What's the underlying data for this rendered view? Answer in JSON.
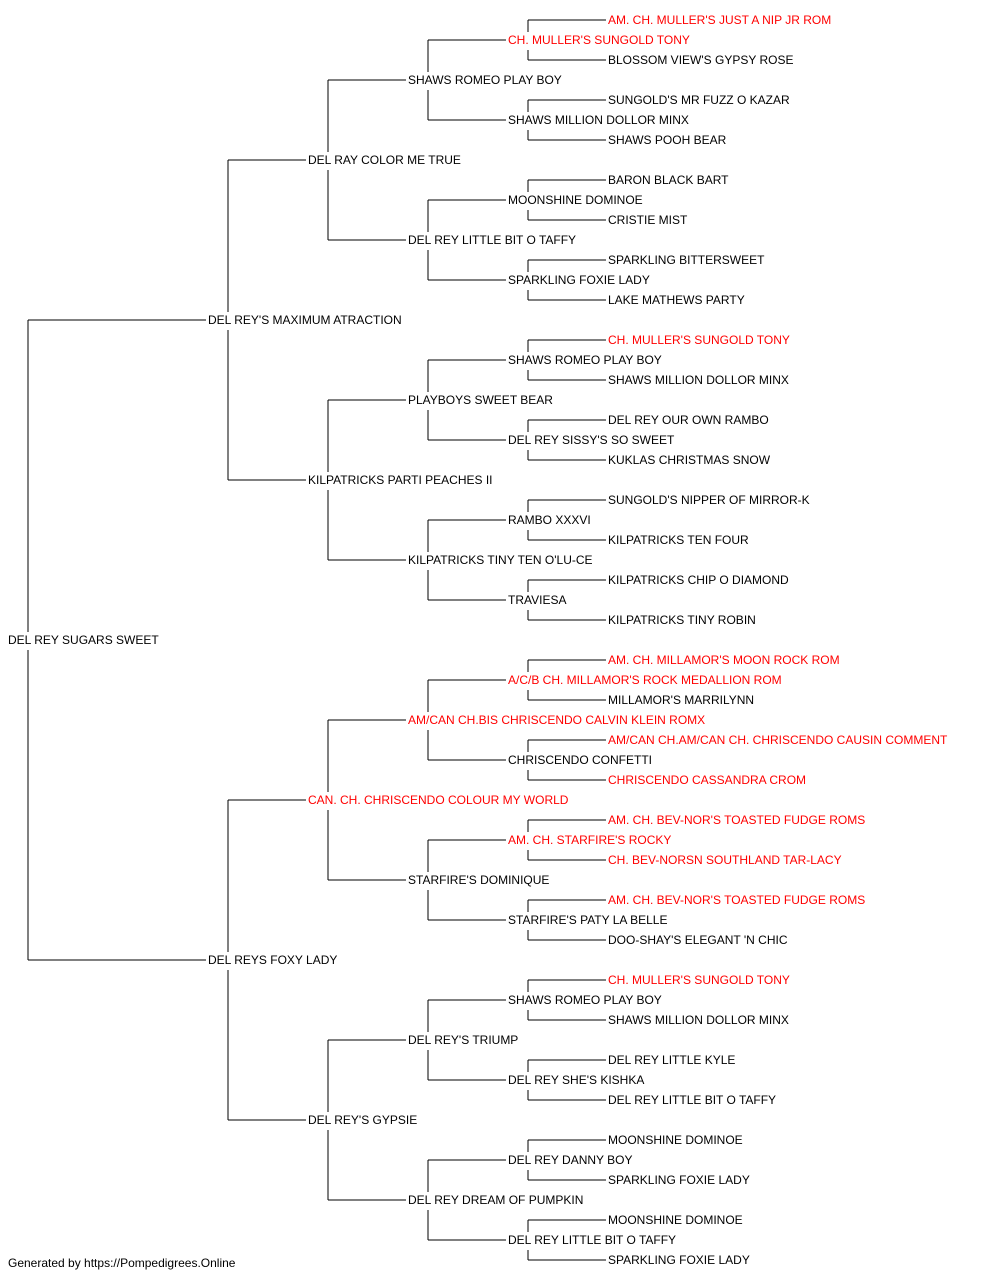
{
  "colors": {
    "titled": "#ff0000",
    "normal": "#000000",
    "lines": "#000000"
  },
  "pedigree": {
    "subject": {
      "name": "DEL REY SUGARS SWEET",
      "titled": false
    },
    "generations": [
      [
        {
          "name": "DEL REY'S MAXIMUM ATRACTION",
          "titled": false
        },
        {
          "name": "DEL REYS FOXY LADY",
          "titled": false
        }
      ],
      [
        {
          "name": "DEL RAY COLOR ME TRUE",
          "titled": false
        },
        {
          "name": "KILPATRICKS PARTI PEACHES II",
          "titled": false
        },
        {
          "name": "CAN. CH. CHRISCENDO COLOUR MY WORLD",
          "titled": true
        },
        {
          "name": "DEL REY'S GYPSIE",
          "titled": false
        }
      ],
      [
        {
          "name": "SHAWS ROMEO PLAY BOY",
          "titled": false
        },
        {
          "name": "DEL REY LITTLE BIT O TAFFY",
          "titled": false
        },
        {
          "name": "PLAYBOYS SWEET BEAR",
          "titled": false
        },
        {
          "name": "KILPATRICKS TINY TEN O'LU-CE",
          "titled": false
        },
        {
          "name": "AM/CAN CH.BIS CHRISCENDO CALVIN KLEIN ROMX",
          "titled": true
        },
        {
          "name": "STARFIRE'S DOMINIQUE",
          "titled": false
        },
        {
          "name": "DEL REY'S TRIUMP",
          "titled": false
        },
        {
          "name": "DEL REY DREAM OF PUMPKIN",
          "titled": false
        }
      ],
      [
        {
          "name": "CH. MULLER'S SUNGOLD TONY",
          "titled": true
        },
        {
          "name": "SHAWS MILLION DOLLOR MINX",
          "titled": false
        },
        {
          "name": "MOONSHINE DOMINOE",
          "titled": false
        },
        {
          "name": "SPARKLING FOXIE LADY",
          "titled": false
        },
        {
          "name": "SHAWS ROMEO PLAY BOY",
          "titled": false
        },
        {
          "name": "DEL REY SISSY'S SO SWEET",
          "titled": false
        },
        {
          "name": "RAMBO XXXVI",
          "titled": false
        },
        {
          "name": "TRAVIESA",
          "titled": false
        },
        {
          "name": "A/C/B CH. MILLAMOR'S ROCK MEDALLION ROM",
          "titled": true
        },
        {
          "name": "CHRISCENDO CONFETTI",
          "titled": false
        },
        {
          "name": "AM. CH. STARFIRE'S ROCKY",
          "titled": true
        },
        {
          "name": "STARFIRE'S PATY LA BELLE",
          "titled": false
        },
        {
          "name": "SHAWS ROMEO PLAY BOY",
          "titled": false
        },
        {
          "name": "DEL REY SHE'S KISHKA",
          "titled": false
        },
        {
          "name": "DEL REY DANNY BOY",
          "titled": false
        },
        {
          "name": "DEL REY LITTLE BIT O TAFFY",
          "titled": false
        }
      ],
      [
        {
          "name": "AM. CH. MULLER'S JUST A NIP JR ROM",
          "titled": true
        },
        {
          "name": "BLOSSOM VIEW'S GYPSY ROSE",
          "titled": false
        },
        {
          "name": "SUNGOLD'S MR FUZZ O KAZAR",
          "titled": false
        },
        {
          "name": "SHAWS POOH BEAR",
          "titled": false
        },
        {
          "name": "BARON BLACK BART",
          "titled": false
        },
        {
          "name": "CRISTIE MIST",
          "titled": false
        },
        {
          "name": "SPARKLING BITTERSWEET",
          "titled": false
        },
        {
          "name": "LAKE MATHEWS PARTY",
          "titled": false
        },
        {
          "name": "CH. MULLER'S SUNGOLD TONY",
          "titled": true
        },
        {
          "name": "SHAWS MILLION DOLLOR MINX",
          "titled": false
        },
        {
          "name": "DEL REY OUR OWN RAMBO",
          "titled": false
        },
        {
          "name": "KUKLAS CHRISTMAS SNOW",
          "titled": false
        },
        {
          "name": "SUNGOLD'S NIPPER OF MIRROR-K",
          "titled": false
        },
        {
          "name": "KILPATRICKS TEN FOUR",
          "titled": false
        },
        {
          "name": "KILPATRICKS CHIP O DIAMOND",
          "titled": false
        },
        {
          "name": "KILPATRICKS TINY ROBIN",
          "titled": false
        },
        {
          "name": "AM. CH. MILLAMOR'S MOON ROCK ROM",
          "titled": true
        },
        {
          "name": "MILLAMOR'S MARRILYNN",
          "titled": false
        },
        {
          "name": "AM/CAN CH.AM/CAN CH. CHRISCENDO CAUSIN COMMENT",
          "titled": true
        },
        {
          "name": "CHRISCENDO CASSANDRA CROM",
          "titled": true
        },
        {
          "name": "AM. CH. BEV-NOR'S TOASTED FUDGE ROMS",
          "titled": true
        },
        {
          "name": "CH. BEV-NORSN SOUTHLAND TAR-LACY",
          "titled": true
        },
        {
          "name": "AM. CH. BEV-NOR'S TOASTED FUDGE ROMS",
          "titled": true
        },
        {
          "name": "DOO-SHAY'S ELEGANT 'N CHIC",
          "titled": false
        },
        {
          "name": "CH. MULLER'S SUNGOLD TONY",
          "titled": true
        },
        {
          "name": "SHAWS MILLION DOLLOR MINX",
          "titled": false
        },
        {
          "name": "DEL REY LITTLE KYLE",
          "titled": false
        },
        {
          "name": "DEL REY LITTLE BIT O TAFFY",
          "titled": false
        },
        {
          "name": "MOONSHINE DOMINOE",
          "titled": false
        },
        {
          "name": "SPARKLING FOXIE LADY",
          "titled": false
        },
        {
          "name": "MOONSHINE DOMINOE",
          "titled": false
        },
        {
          "name": "SPARKLING FOXIE LADY",
          "titled": false
        }
      ]
    ]
  },
  "footer": {
    "text": "Generated by https://Pompedigrees.Online"
  }
}
